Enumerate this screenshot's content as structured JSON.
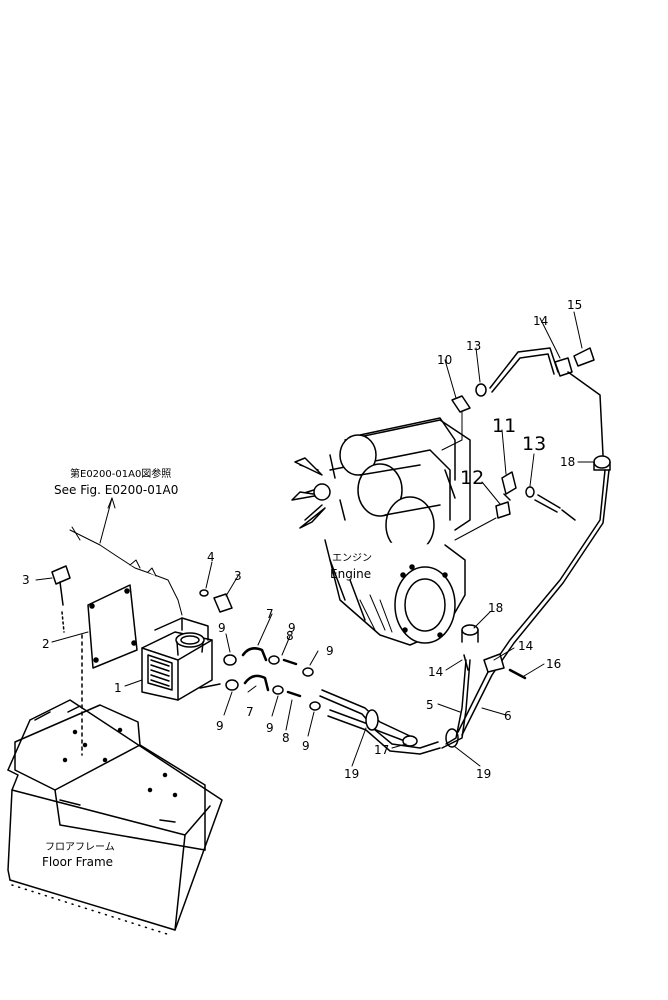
{
  "labels": {
    "see_fig_jp": "第E0200-01A0図参照",
    "see_fig_en": "See Fig. E0200-01A0",
    "engine_jp": "エンジン",
    "engine_en": "Engine",
    "floor_frame_jp": "フロアフレーム",
    "floor_frame_en": "Floor Frame"
  },
  "callouts": {
    "c1": "1",
    "c2": "2",
    "c3a": "3",
    "c3b": "3",
    "c4": "4",
    "c5": "5",
    "c6": "6",
    "c7a": "7",
    "c7b": "7",
    "c8a": "8",
    "c8b": "8",
    "c9a": "9",
    "c9b": "9",
    "c9c": "9",
    "c9d": "9",
    "c9e": "9",
    "c9f": "9",
    "c10": "10",
    "c11": "11",
    "c12": "12",
    "c13a": "13",
    "c13b": "13",
    "c14a": "14",
    "c14b": "14",
    "c14c": "14",
    "c15": "15",
    "c16": "16",
    "c17": "17",
    "c18a": "18",
    "c18b": "18",
    "c19a": "19",
    "c19b": "19"
  }
}
